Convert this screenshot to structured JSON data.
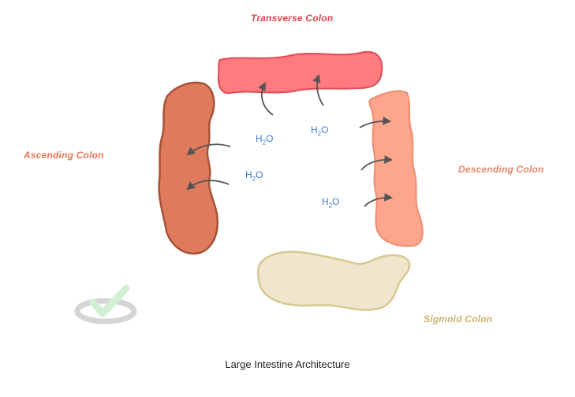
{
  "colors": {
    "transverse_fill": "#ff7b7f",
    "transverse_stroke": "#e24a55",
    "transverse_label": "#e0454f",
    "ascending_fill": "#df7b5d",
    "ascending_stroke": "#a65237",
    "ascending_label": "#e0775a",
    "descending_fill": "#fda68c",
    "descending_stroke": "#ec8d72",
    "descending_label": "#e8866a",
    "sigmoid_fill": "#efe6cd",
    "sigmoid_stroke": "#d7c892",
    "sigmoid_label": "#c9b36d",
    "water_text": "#3d7cc9",
    "arrow": "#555555"
  },
  "labels": {
    "transverse": "Transverse Colon",
    "ascending": "Ascending Colon",
    "descending": "Descending Colon",
    "sigmoid": "Sigmoid Colon"
  },
  "water": {
    "base": "H",
    "sub": "2",
    "tail": "O"
  },
  "caption": "Large Intestine Architecture",
  "icons": {
    "watermark": "check-ring-icon"
  }
}
